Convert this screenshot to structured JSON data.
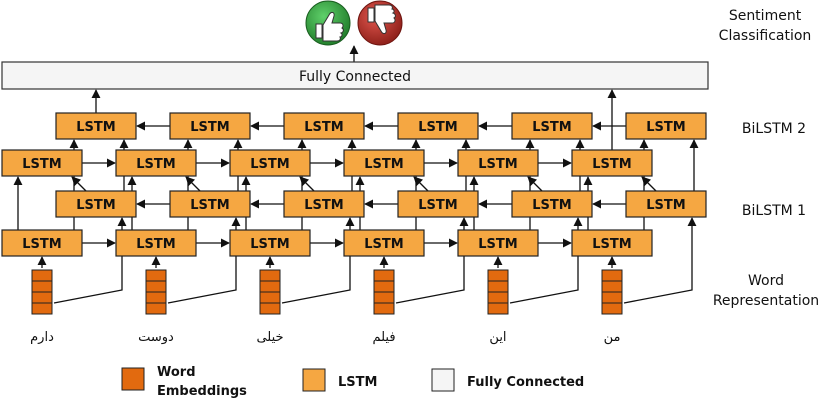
{
  "fully_connected_label": "Fully Connected",
  "lstm_label": "LSTM",
  "side_labels": {
    "sentiment_line1": "Sentiment",
    "sentiment_line2": "Classification",
    "bilstm2": "BiLSTM 2",
    "bilstm1": "BiLSTM 1",
    "word_line1": "Word",
    "word_line2": "Representation"
  },
  "words": [
    "دارم",
    "دوست",
    "خیلی",
    "فیلم",
    "این",
    "من"
  ],
  "legend": {
    "embeddings_line1": "Word",
    "embeddings_line2": "Embeddings",
    "lstm": "LSTM",
    "fully_connected": "Fully Connected"
  },
  "colors": {
    "lstm_fill": "#f5a742",
    "embedding_fill": "#e26a0f",
    "fc_fill": "#f5f5f5",
    "thumbs_up": "#2e9e3a",
    "thumbs_down": "#b8322a"
  },
  "icons": [
    "thumbs-up-icon",
    "thumbs-down-icon"
  ]
}
